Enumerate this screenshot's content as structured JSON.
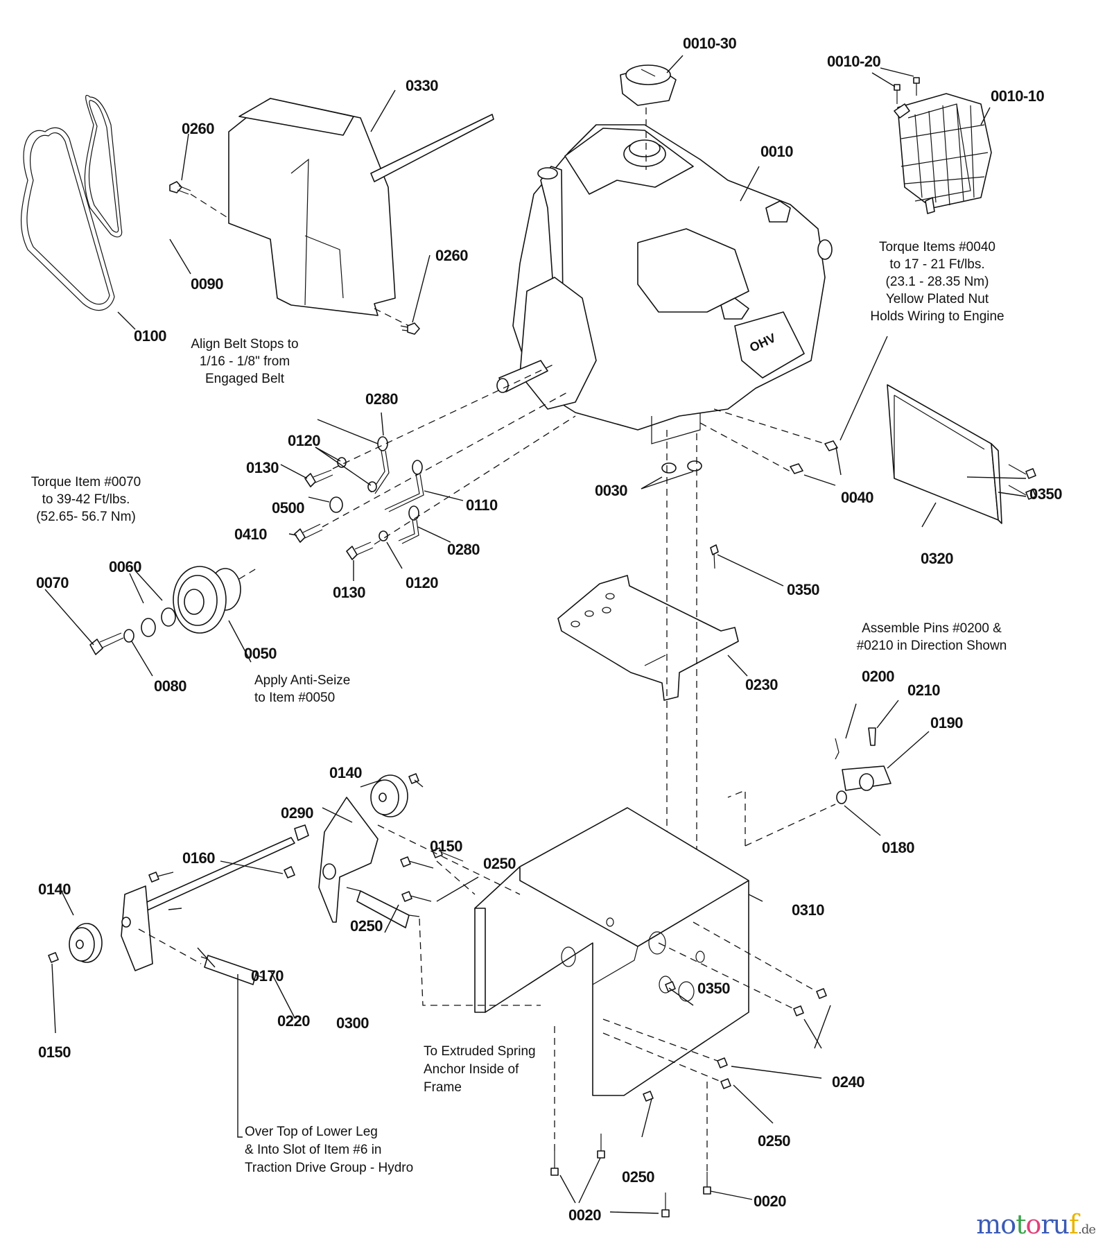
{
  "diagram": {
    "title": "Snow thrower engine & frame exploded parts diagram",
    "parts": {
      "p0010": "0010",
      "p0010_10": "0010-10",
      "p0010_20": "0010-20",
      "p0010_30": "0010-30",
      "p0020": "0020",
      "p0030": "0030",
      "p0040": "0040",
      "p0050": "0050",
      "p0060": "0060",
      "p0070": "0070",
      "p0080": "0080",
      "p0090": "0090",
      "p0100": "0100",
      "p0110": "0110",
      "p0120": "0120",
      "p0130": "0130",
      "p0140": "0140",
      "p0150": "0150",
      "p0160": "0160",
      "p0170": "0170",
      "p0180": "0180",
      "p0190": "0190",
      "p0200": "0200",
      "p0210": "0210",
      "p0220": "0220",
      "p0230": "0230",
      "p0240": "0240",
      "p0250": "0250",
      "p0260": "0260",
      "p0280": "0280",
      "p0290": "0290",
      "p0300": "0300",
      "p0310": "0310",
      "p0320": "0320",
      "p0330": "0330",
      "p0350": "0350",
      "p0410": "0410",
      "p0500": "0500"
    },
    "notes": {
      "torque_0040": [
        "Torque Items #0040",
        "to 17 - 21 Ft/lbs.",
        "(23.1 - 28.35 Nm)",
        "Yellow Plated Nut",
        "Holds Wiring to Engine"
      ],
      "align_belt": [
        "Align Belt Stops to",
        "1/16 - 1/8\" from",
        "Engaged Belt"
      ],
      "torque_0070": [
        "Torque Item #0070",
        "to 39-42 Ft/lbs.",
        "(52.65- 56.7 Nm)"
      ],
      "anti_seize": [
        "Apply Anti-Seize",
        "to Item #0050"
      ],
      "assemble_pins": [
        "Assemble Pins #0200 &",
        "#0210 in Direction Shown"
      ],
      "extruded_spring": [
        "To Extruded Spring",
        "Anchor Inside of",
        "Frame"
      ],
      "over_top": [
        "Over Top of Lower Leg",
        "& Into Slot of Item #6 in",
        "Traction Drive Group - Hydro"
      ]
    }
  },
  "watermark": {
    "letters": [
      "m",
      "o",
      "t",
      "o",
      "r",
      "u",
      "f"
    ],
    "colors": [
      "#3b5bb5",
      "#3b5bb5",
      "#3aa34a",
      "#e0407a",
      "#3b5bb5",
      "#3b5bb5",
      "#e8b400"
    ],
    "suffix": ".de"
  }
}
